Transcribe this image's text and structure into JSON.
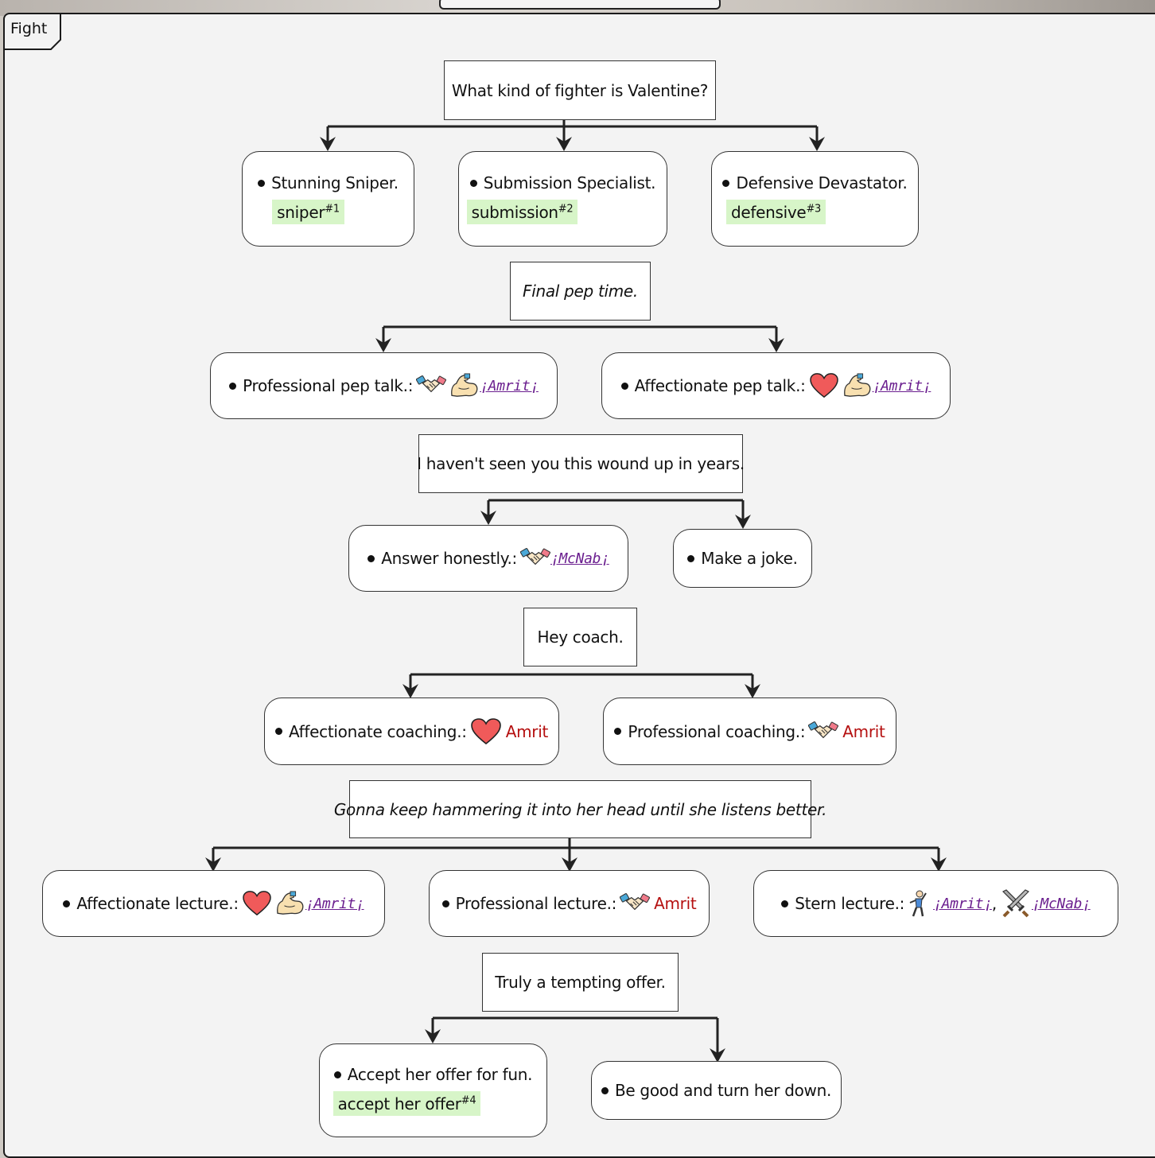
{
  "frame": {
    "label": "Fight"
  },
  "nodes": {
    "q1": "What kind of fighter is Valentine?",
    "o1a": {
      "text": "Stunning Sniper.",
      "tag": "sniper",
      "ref": "#1"
    },
    "o1b": {
      "text": "Submission Specialist.",
      "tag": "submission",
      "ref": "#2"
    },
    "o1c": {
      "text": "Defensive Devastator.",
      "tag": "defensive",
      "ref": "#3"
    },
    "q2": "Final pep time.",
    "o2a": {
      "text": "Professional pep talk.:",
      "link": "¡Amrit¡"
    },
    "o2b": {
      "text": "Affectionate pep talk.:",
      "link": "¡Amrit¡"
    },
    "q3": "I haven't seen you this wound up in years.",
    "o3a": {
      "text": "Answer honestly.:",
      "link": "¡McNab¡"
    },
    "o3b": {
      "text": "Make a joke."
    },
    "q4": "Hey coach.",
    "o4a": {
      "text": "Affectionate coaching.:",
      "name": "Amrit"
    },
    "o4b": {
      "text": "Professional coaching.:",
      "name": "Amrit"
    },
    "q5": "Gonna keep hammering it into her head until she listens better.",
    "o5a": {
      "text": "Affectionate lecture.:",
      "link": "¡Amrit¡"
    },
    "o5b": {
      "text": "Professional lecture.:",
      "name": "Amrit"
    },
    "o5c": {
      "text": "Stern lecture.:",
      "link1": "¡Amrit¡",
      "sep": ",",
      "link2": "¡McNab¡"
    },
    "q6": "Truly a tempting offer.",
    "o6a": {
      "text": "Accept her offer for fun.",
      "tag": "accept her offer",
      "ref": "#4"
    },
    "o6b": {
      "text": "Be good and turn her down."
    }
  },
  "icons": {
    "professional": "handshake-icon",
    "affectionate": "heart-icon",
    "strength": "flexed-bicep-icon",
    "stern": "pointing-figure-icon",
    "combat": "crossed-swords-icon"
  },
  "colors": {
    "tag_bg": "#d7f5c8",
    "link": "#6b1f8f",
    "name": "#b51010",
    "heart": "#f05a5a"
  }
}
